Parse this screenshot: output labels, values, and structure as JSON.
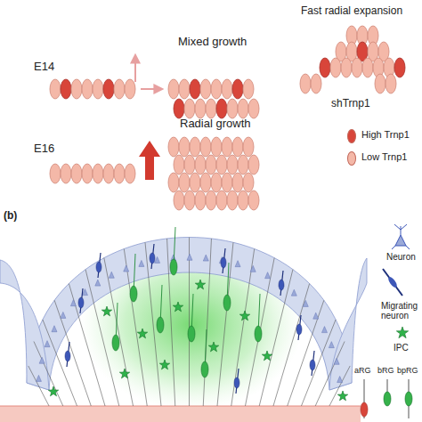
{
  "diagram": {
    "labels": [
      "E14",
      "Mixed growth",
      "Fast radial expansion",
      "shTrnp1",
      "E16",
      "Radial growth",
      "(b)"
    ],
    "legend": [
      {
        "text": "High Trnp1",
        "color": "#d8453a"
      },
      {
        "text": "Low Trnp1",
        "color": "#f4b8a8"
      },
      {
        "text": "Neuron"
      },
      {
        "text": "Migrating neuron"
      },
      {
        "text": "IPC"
      },
      {
        "text": "aRG"
      },
      {
        "text": "bRG"
      },
      {
        "text": "bpRG"
      }
    ]
  }
}
